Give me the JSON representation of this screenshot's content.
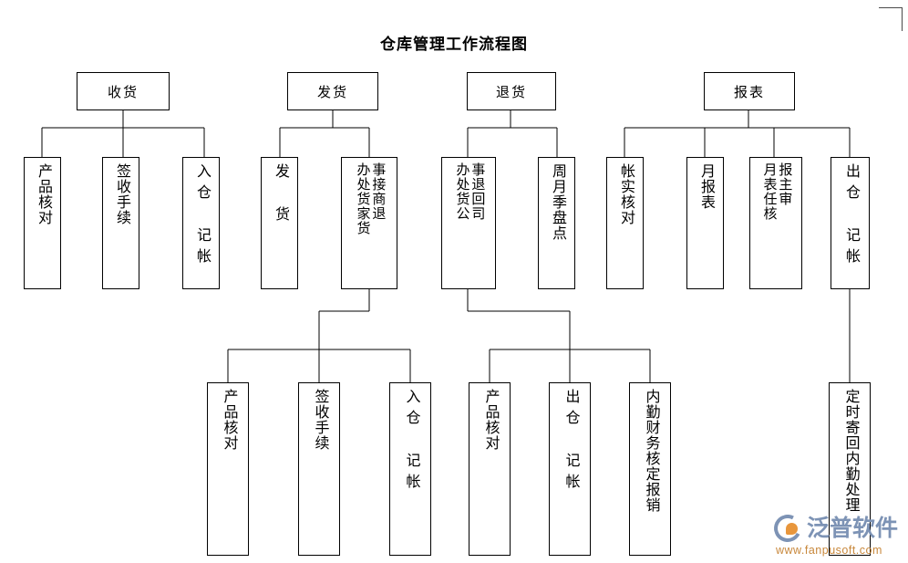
{
  "title": "仓库管理工作流程图",
  "watermark": {
    "brand": "泛普软件",
    "url": "www.fanpusoft.com",
    "logo_icon": "fanpu-circle-logo-icon",
    "brand_color": "#7d93b5",
    "url_color": "#c8883c"
  },
  "colors": {
    "box_border": "#000000",
    "connector": "#000000",
    "background": "#ffffff",
    "text": "#000000"
  },
  "nodes": {
    "receive": {
      "label": "收货"
    },
    "receive_c1": {
      "col1": "产品核对"
    },
    "receive_c2": {
      "col1": "签收手续"
    },
    "receive_c3": {
      "col1": "入仓 记帐"
    },
    "ship": {
      "label": "发货"
    },
    "ship_c1": {
      "col1": "发 货"
    },
    "ship_c2": {
      "col1": "事接商退",
      "col2": "办处货家货"
    },
    "ret": {
      "label": "退货"
    },
    "ret_c1": {
      "col1": "事退回司",
      "col2": "办处货公"
    },
    "ret_c2": {
      "col1": "周月季盘点"
    },
    "report": {
      "label": "报表"
    },
    "report_c1": {
      "col1": "帐实核对"
    },
    "report_c2": {
      "col1": "月报表"
    },
    "report_c3": {
      "col1": "报主审",
      "col2": "月表任核"
    },
    "report_c4": {
      "col1": "出仓 记帐"
    },
    "sub_left_1": {
      "col1": "产品核对"
    },
    "sub_left_2": {
      "col1": "签收手续"
    },
    "sub_left_3": {
      "col1": "入仓 记帐"
    },
    "sub_mid_1": {
      "col1": "产品核对"
    },
    "sub_mid_2": {
      "col1": "出仓 记帐"
    },
    "sub_mid_3": {
      "col1": "内勤财务核定报销"
    },
    "sub_right_1": {
      "col1": "定时寄回内勤处理"
    }
  }
}
